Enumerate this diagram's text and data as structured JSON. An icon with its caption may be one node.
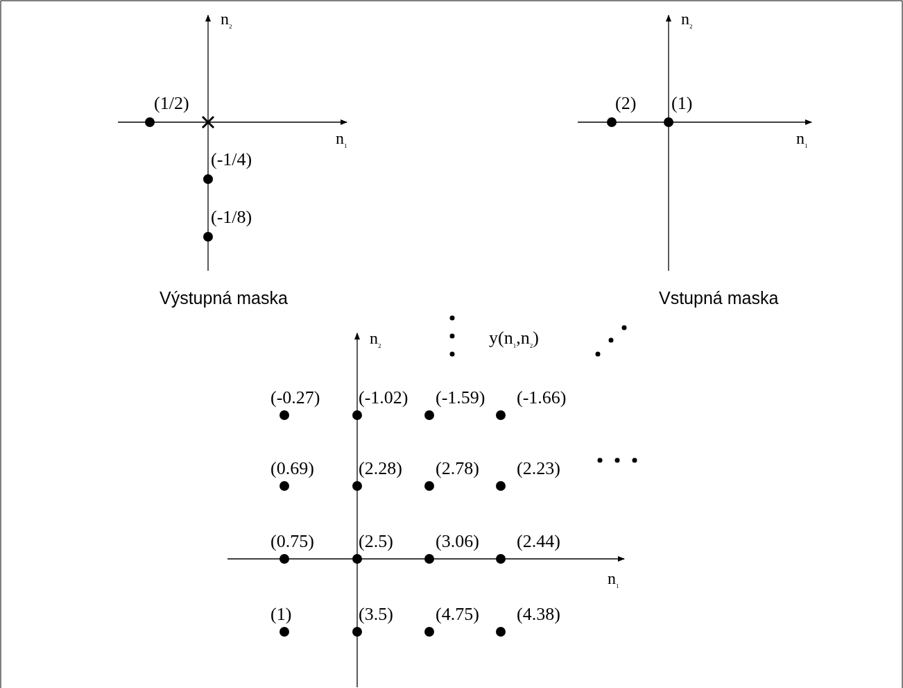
{
  "diagram": {
    "labels": [
      "n$_{2}$",
      "(1/2)",
      "n$_{1}$",
      "(-1/4)",
      "(-1/8)",
      "Výstupná maska",
      "n$_{2}$",
      "(2)",
      "(1)",
      "n$_{1}$",
      "Vstupná maska",
      "n$_{2}$",
      "y(n$_{1}$,n$_{2}$)",
      "(-0.27)",
      "(-1.02)",
      "(-1.59)",
      "(-1.66)",
      "(0.69)",
      "(2.28)",
      "(2.78)",
      "(2.23)",
      "(0.75)",
      "(2.5)",
      "(3.06)",
      "(2.44)",
      "n$_{1}$",
      "(1)",
      "(3.5)",
      "(4.75)",
      "(4.38)"
    ]
  }
}
